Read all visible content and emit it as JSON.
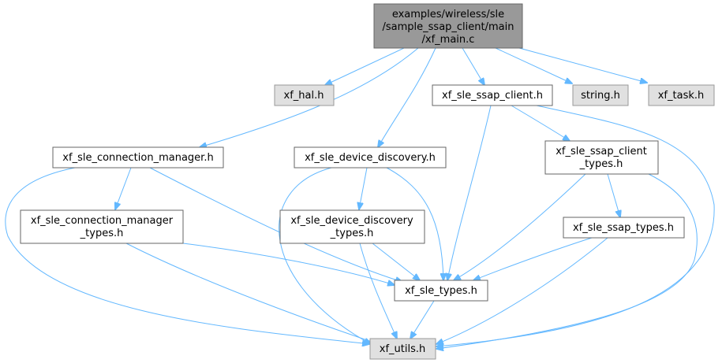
{
  "graph": {
    "nodes": [
      {
        "id": "root",
        "lines": [
          "examples/wireless/sle",
          "/sample_ssap_client/main",
          "/xf_main.c"
        ],
        "style": "root"
      },
      {
        "id": "xf_hal",
        "lines": [
          "xf_hal.h"
        ],
        "style": "gray"
      },
      {
        "id": "ssap_client",
        "lines": [
          "xf_sle_ssap_client.h"
        ],
        "style": "white"
      },
      {
        "id": "string",
        "lines": [
          "string.h"
        ],
        "style": "gray"
      },
      {
        "id": "xf_task",
        "lines": [
          "xf_task.h"
        ],
        "style": "gray"
      },
      {
        "id": "conn_mgr",
        "lines": [
          "xf_sle_connection_manager.h"
        ],
        "style": "white"
      },
      {
        "id": "dev_disc",
        "lines": [
          "xf_sle_device_discovery.h"
        ],
        "style": "white"
      },
      {
        "id": "ssap_client_types",
        "lines": [
          "xf_sle_ssap_client",
          "_types.h"
        ],
        "style": "white"
      },
      {
        "id": "conn_mgr_types",
        "lines": [
          "xf_sle_connection_manager",
          "_types.h"
        ],
        "style": "white"
      },
      {
        "id": "dev_disc_types",
        "lines": [
          "xf_sle_device_discovery",
          "_types.h"
        ],
        "style": "white"
      },
      {
        "id": "ssap_types",
        "lines": [
          "xf_sle_ssap_types.h"
        ],
        "style": "white"
      },
      {
        "id": "sle_types",
        "lines": [
          "xf_sle_types.h"
        ],
        "style": "white"
      },
      {
        "id": "utils",
        "lines": [
          "xf_utils.h"
        ],
        "style": "gray"
      }
    ]
  },
  "colors": {
    "edge": "#63b8ff",
    "root_fill": "#999999",
    "gray_fill": "#e0e0e0",
    "white_fill": "#ffffff",
    "border": "#666666"
  }
}
